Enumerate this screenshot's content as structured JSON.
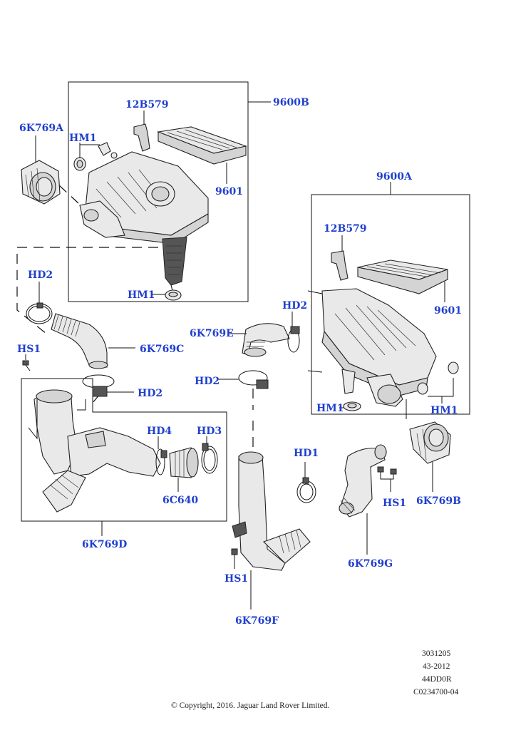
{
  "labels": {
    "l_6k769a": "6K769A",
    "l_hm1_a": "HM1",
    "l_12b579_a": "12B579",
    "l_9600b": "9600B",
    "l_9601_a": "9601",
    "l_hm1_b": "HM1",
    "l_hd2_a": "HD2",
    "l_6k769c": "6K769C",
    "l_hd2_b": "HD2",
    "l_hs1_a": "HS1",
    "l_hd4": "HD4",
    "l_hd3": "HD3",
    "l_6c640": "6C640",
    "l_6k769d": "6K769D",
    "l_9600a": "9600A",
    "l_12b579_b": "12B579",
    "l_9601_b": "9601",
    "l_hd2_c": "HD2",
    "l_6k769e": "6K769E",
    "l_hd2_d": "HD2",
    "l_hm1_c": "HM1",
    "l_hm1_d": "HM1",
    "l_6k769b": "6K769B",
    "l_hd1": "HD1",
    "l_hs1_b": "HS1",
    "l_6k769g": "6K769G",
    "l_hs1_c": "HS1",
    "l_6k769f": "6K769F"
  },
  "footer": {
    "ref1": "3031205",
    "ref2": "43-2012",
    "ref3": "44DD0R",
    "ref4": "C0234700-04",
    "copyright": "© Copyright, 2016. Jaguar Land Rover Limited."
  },
  "colors": {
    "label": "#1f3fcf",
    "line": "#111111",
    "part_fill": "#e9e9e9"
  }
}
